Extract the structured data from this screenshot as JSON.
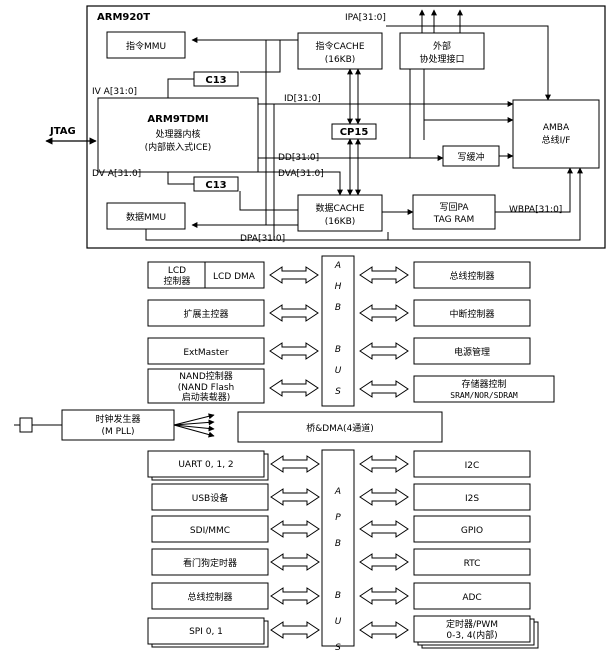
{
  "core": {
    "title": "ARM920T",
    "ipa": "IPA[31:0]",
    "iva": "IV A[31:0]",
    "dva_left": "DV A[31:0]",
    "jtag": "JTAG",
    "id_bus": "ID[31:0]",
    "dd_bus": "DD[31:0]",
    "dva_bus": "DVA[31:0]",
    "dpa_bus": "DPA[31:0]",
    "wbpa_bus": "WBPA[31:0]",
    "icache_mmu": "指令MMU",
    "icache_l1": "指令CACHE",
    "icache_l2": "(16KB)",
    "cop_l1": "外部",
    "cop_l2": "协处理接口",
    "c13_top": "C13",
    "c13_bottom": "C13",
    "cpu_l1": "ARM9TDMI",
    "cpu_l2": "处理器内核",
    "cpu_l3": "(内部嵌入式ICE)",
    "cp15": "CP15",
    "amba_l1": "AMBA",
    "amba_l2": "总线I/F",
    "wbuf": "写缓冲",
    "dmmu": "数据MMU",
    "dcache_l1": "数据CACHE",
    "dcache_l2": "(16KB)",
    "wpa_l1": "写回PA",
    "wpa_l2": "TAG RAM"
  },
  "ahb": {
    "bus_letters": [
      "A",
      "H",
      "B",
      "",
      "B",
      "U",
      "S"
    ],
    "left": [
      {
        "l1": "LCD",
        "l2": "控制器",
        "extra": "LCD DMA"
      },
      {
        "l1": "扩展主控器"
      },
      {
        "l1": "ExtMaster"
      },
      {
        "l1": "NAND控制器",
        "l2": "(NAND Flash",
        "l3": "启动装载器)"
      }
    ],
    "right": [
      {
        "l1": "总线控制器"
      },
      {
        "l1": "中断控制器"
      },
      {
        "l1": "电源管理"
      },
      {
        "l1": "存储器控制",
        "l2": "SRAM/NOR/SDRAM"
      }
    ]
  },
  "clock": {
    "l1": "时钟发生器",
    "l2": "(M PLL)"
  },
  "dma": {
    "label": "桥&DMA(4通道)"
  },
  "apb": {
    "bus_letters": [
      "A",
      "P",
      "B",
      "",
      "B",
      "U",
      "S"
    ],
    "left": [
      "UART 0, 1, 2",
      "USB设备",
      "SDI/MMC",
      "看门狗定时器",
      "总线控制器",
      "SPI 0, 1"
    ],
    "right": [
      "I2C",
      "I2S",
      "GPIO",
      "RTC",
      "ADC"
    ],
    "timer_l1": "定时器/PWM",
    "timer_l2": "0-3, 4(内部)"
  }
}
